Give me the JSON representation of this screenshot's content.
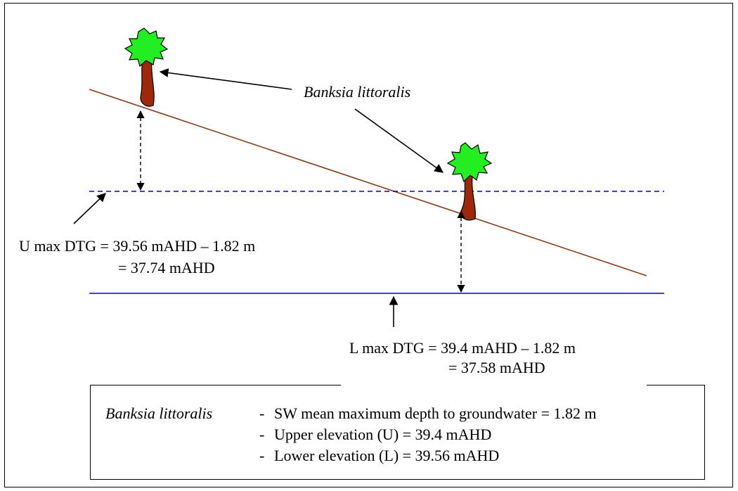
{
  "species_label": "Banksia littoralis",
  "upper": {
    "line1": "U max DTG = 39.56 mAHD – 1.82 m",
    "line2": "= 37.74 mAHD"
  },
  "lower": {
    "line1": "L max DTG = 39.4 mAHD – 1.82 m",
    "line2": "= 37.58 mAHD"
  },
  "legend": {
    "species": "Banksia littoralis",
    "dash": "-",
    "items": [
      "SW mean maximum depth to groundwater = 1.82 m",
      "Upper elevation (U) = 39.4 mAHD",
      "Lower elevation (L) = 39.56 mAHD"
    ]
  },
  "colors": {
    "ground_slope": "#8B3A1A",
    "water_table": "#0000CC",
    "tree_crown": "#22EE22",
    "tree_trunk": "#A0280A"
  }
}
